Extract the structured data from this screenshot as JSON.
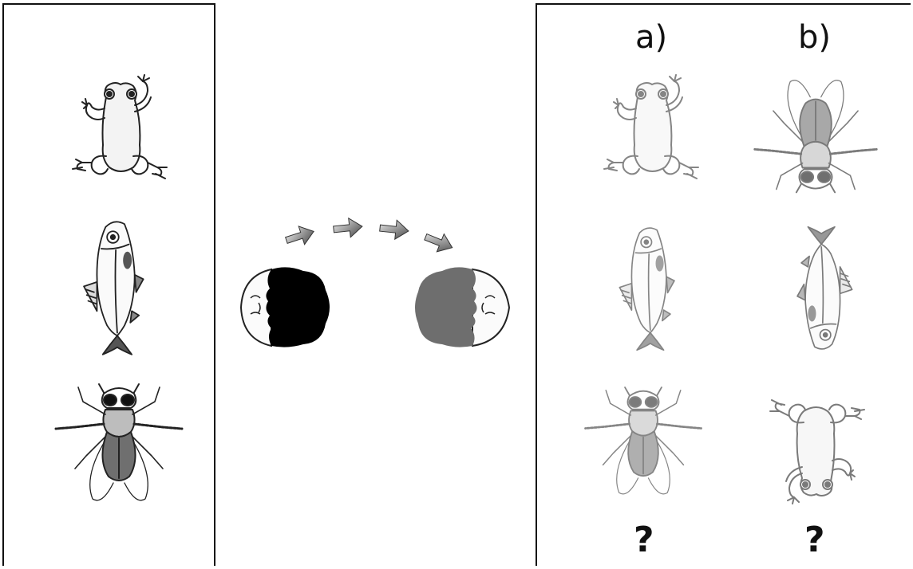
{
  "right_panel": {
    "column_a_label": "a)",
    "column_b_label": "b)",
    "question_mark_a": "?",
    "question_mark_b": "?"
  },
  "left_panel": {
    "animals": [
      "frog-icon",
      "fish-icon",
      "fly-icon"
    ]
  },
  "middle": {
    "arrows": 4,
    "start_state": "head-left-dark-icon",
    "end_state": "head-right-grey-icon"
  },
  "colors": {
    "outline": "#111111",
    "dark_fill": "#000000",
    "grey_fill": "#6e6e6e",
    "light_fill": "#f4f4f4"
  }
}
